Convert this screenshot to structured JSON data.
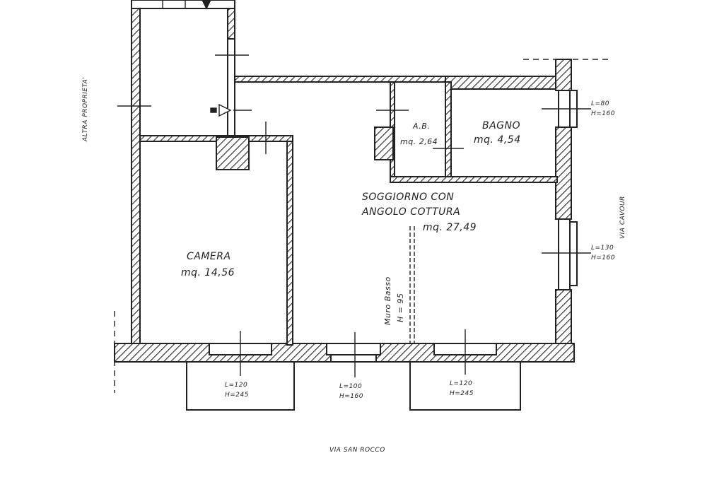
{
  "plan": {
    "neighbor_label": "ALTRA PROPRIETA'",
    "street_east": "VIA CAVOUR",
    "street_south": "VIA SAN ROCCO",
    "low_wall": {
      "label": "Muro Basso",
      "height": "H = 95"
    }
  },
  "rooms": [
    {
      "name": "CAMERA",
      "area": "mq. 14,56"
    },
    {
      "name": "A.B.",
      "area": "mq. 2,64"
    },
    {
      "name": "BAGNO",
      "area": "mq. 4,54"
    },
    {
      "name_line1": "SOGGIORNO CON",
      "name_line2": "ANGOLO COTTURA",
      "area": "mq. 27,49"
    }
  ],
  "windows": [
    {
      "l": "L=80",
      "h": "H=160"
    },
    {
      "l": "L=130",
      "h": "H=160"
    },
    {
      "l": "L=120",
      "h": "H=245"
    },
    {
      "l": "L=100",
      "h": "H=160"
    },
    {
      "l": "L=120",
      "h": "H=245"
    }
  ],
  "colors": {
    "wall": "#222222",
    "background": "#ffffff"
  }
}
